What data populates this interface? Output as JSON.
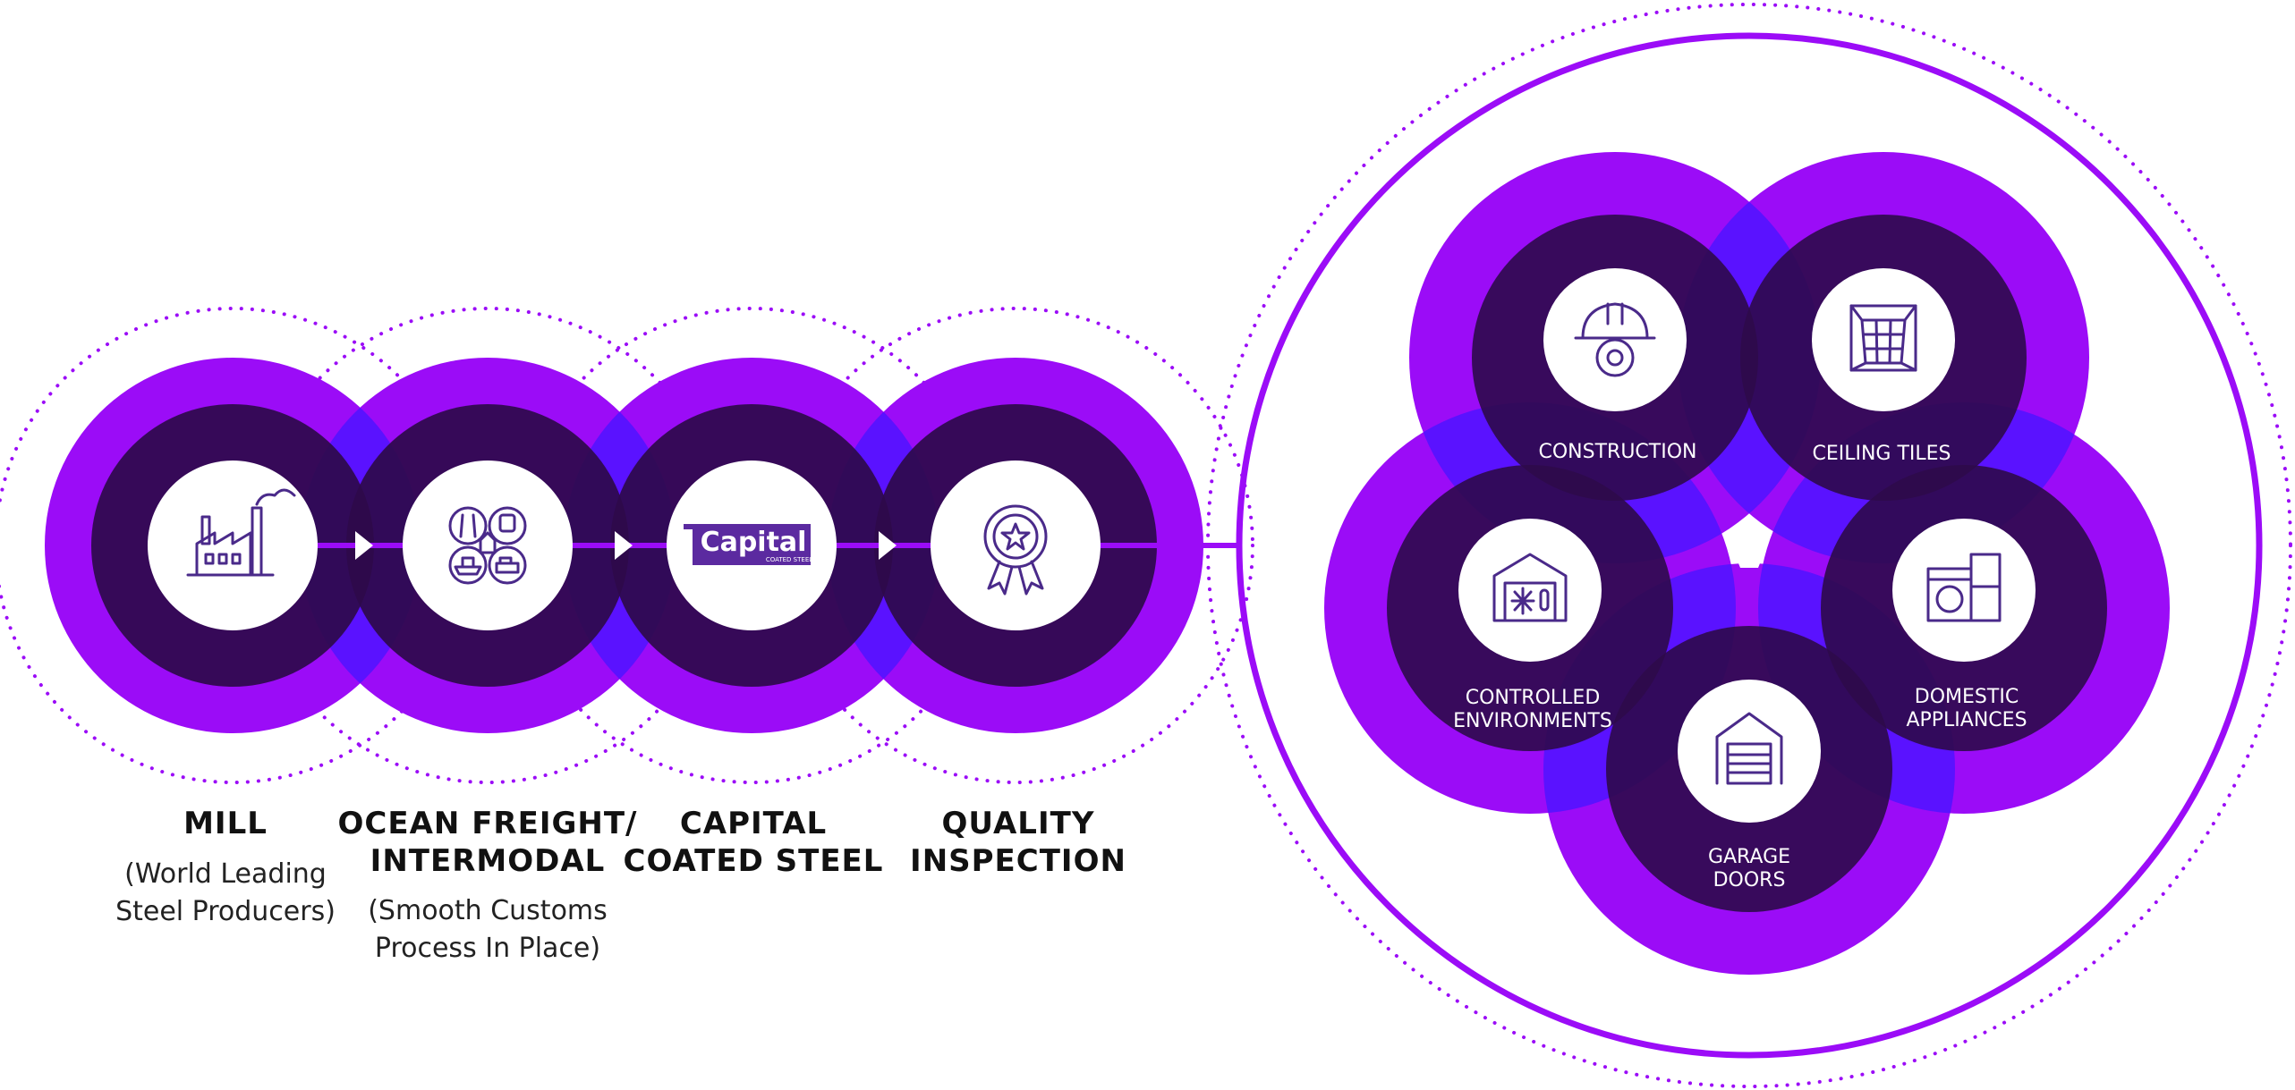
{
  "colors": {
    "purple": "#9b0cf7",
    "deep": "#2e0a4a",
    "overlap": "#5a12ff",
    "white": "#ffffff"
  },
  "steps": [
    {
      "id": "mill",
      "title_lines": [
        "MILL"
      ],
      "sub_lines": [
        "(World Leading",
        "Steel Producers)"
      ],
      "icon": "factory-icon"
    },
    {
      "id": "ocean-freight",
      "title_lines": [
        "OCEAN FREIGHT/",
        "INTERMODAL"
      ],
      "sub_lines": [
        "(Smooth Customs",
        "Process In Place)"
      ],
      "icon": "transport-icon"
    },
    {
      "id": "capital-coated-steel",
      "title_lines": [
        "CAPITAL",
        "COATED STEEL"
      ],
      "sub_lines": [],
      "icon": "capital-logo"
    },
    {
      "id": "quality-inspection",
      "title_lines": [
        "QUALITY",
        "INSPECTION"
      ],
      "sub_lines": [],
      "icon": "award-ribbon-icon"
    }
  ],
  "logo": {
    "text": "Capital",
    "sub": "COATED STEEL"
  },
  "industries": [
    {
      "id": "construction",
      "label_lines": [
        "CONSTRUCTION"
      ],
      "icon": "hardhat-gear-icon"
    },
    {
      "id": "ceiling-tiles",
      "label_lines": [
        "CEILING TILES"
      ],
      "icon": "ceiling-grid-icon"
    },
    {
      "id": "domestic-appliances",
      "label_lines": [
        "DOMESTIC",
        "APPLIANCES"
      ],
      "icon": "appliances-icon"
    },
    {
      "id": "garage-doors",
      "label_lines": [
        "GARAGE",
        "DOORS"
      ],
      "icon": "garage-door-icon"
    },
    {
      "id": "controlled-environments",
      "label_lines": [
        "CONTROLLED",
        "ENVIRONMENTS"
      ],
      "icon": "cold-storage-icon"
    }
  ]
}
